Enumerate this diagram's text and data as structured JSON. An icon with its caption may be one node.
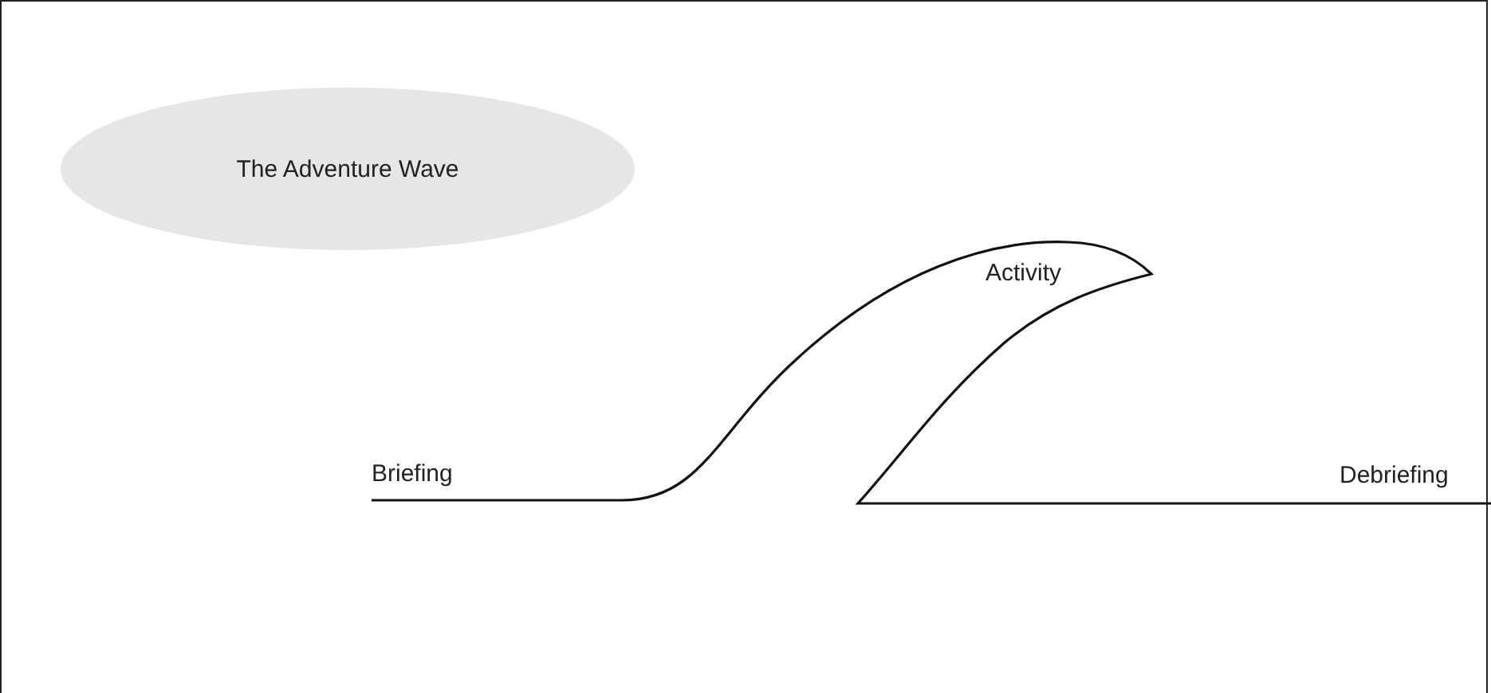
{
  "diagram": {
    "nodes": [
      {
        "text": [
          "The Adventure Wave"
        ]
      }
    ],
    "labels": [
      "Activity",
      "Briefing",
      "Debriefing"
    ]
  }
}
